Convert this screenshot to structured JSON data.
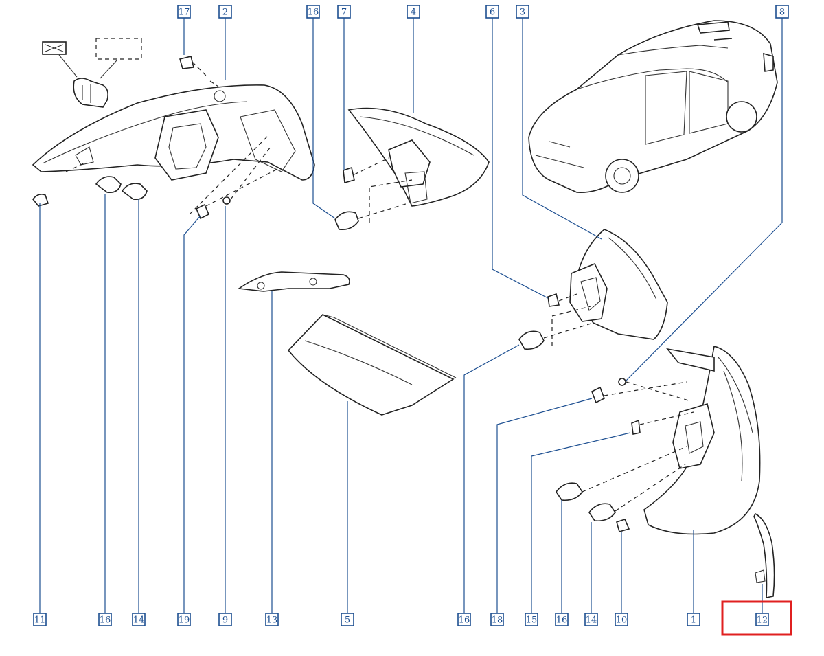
{
  "callouts": [
    {
      "label": "17"
    },
    {
      "label": "2"
    },
    {
      "label": "16"
    },
    {
      "label": "7"
    },
    {
      "label": "4"
    },
    {
      "label": "6"
    },
    {
      "label": "3"
    },
    {
      "label": "8"
    },
    {
      "label": "11"
    },
    {
      "label": "16"
    },
    {
      "label": "14"
    },
    {
      "label": "19"
    },
    {
      "label": "9"
    },
    {
      "label": "13"
    },
    {
      "label": "5"
    },
    {
      "label": "16"
    },
    {
      "label": "18"
    },
    {
      "label": "15"
    },
    {
      "label": "16"
    },
    {
      "label": "14"
    },
    {
      "label": "10"
    },
    {
      "label": "1"
    },
    {
      "label": "12"
    }
  ],
  "highlight": {
    "label": "12",
    "color": "#e02020"
  },
  "colors": {
    "callout": "#1d4f91",
    "line": "#222222"
  }
}
